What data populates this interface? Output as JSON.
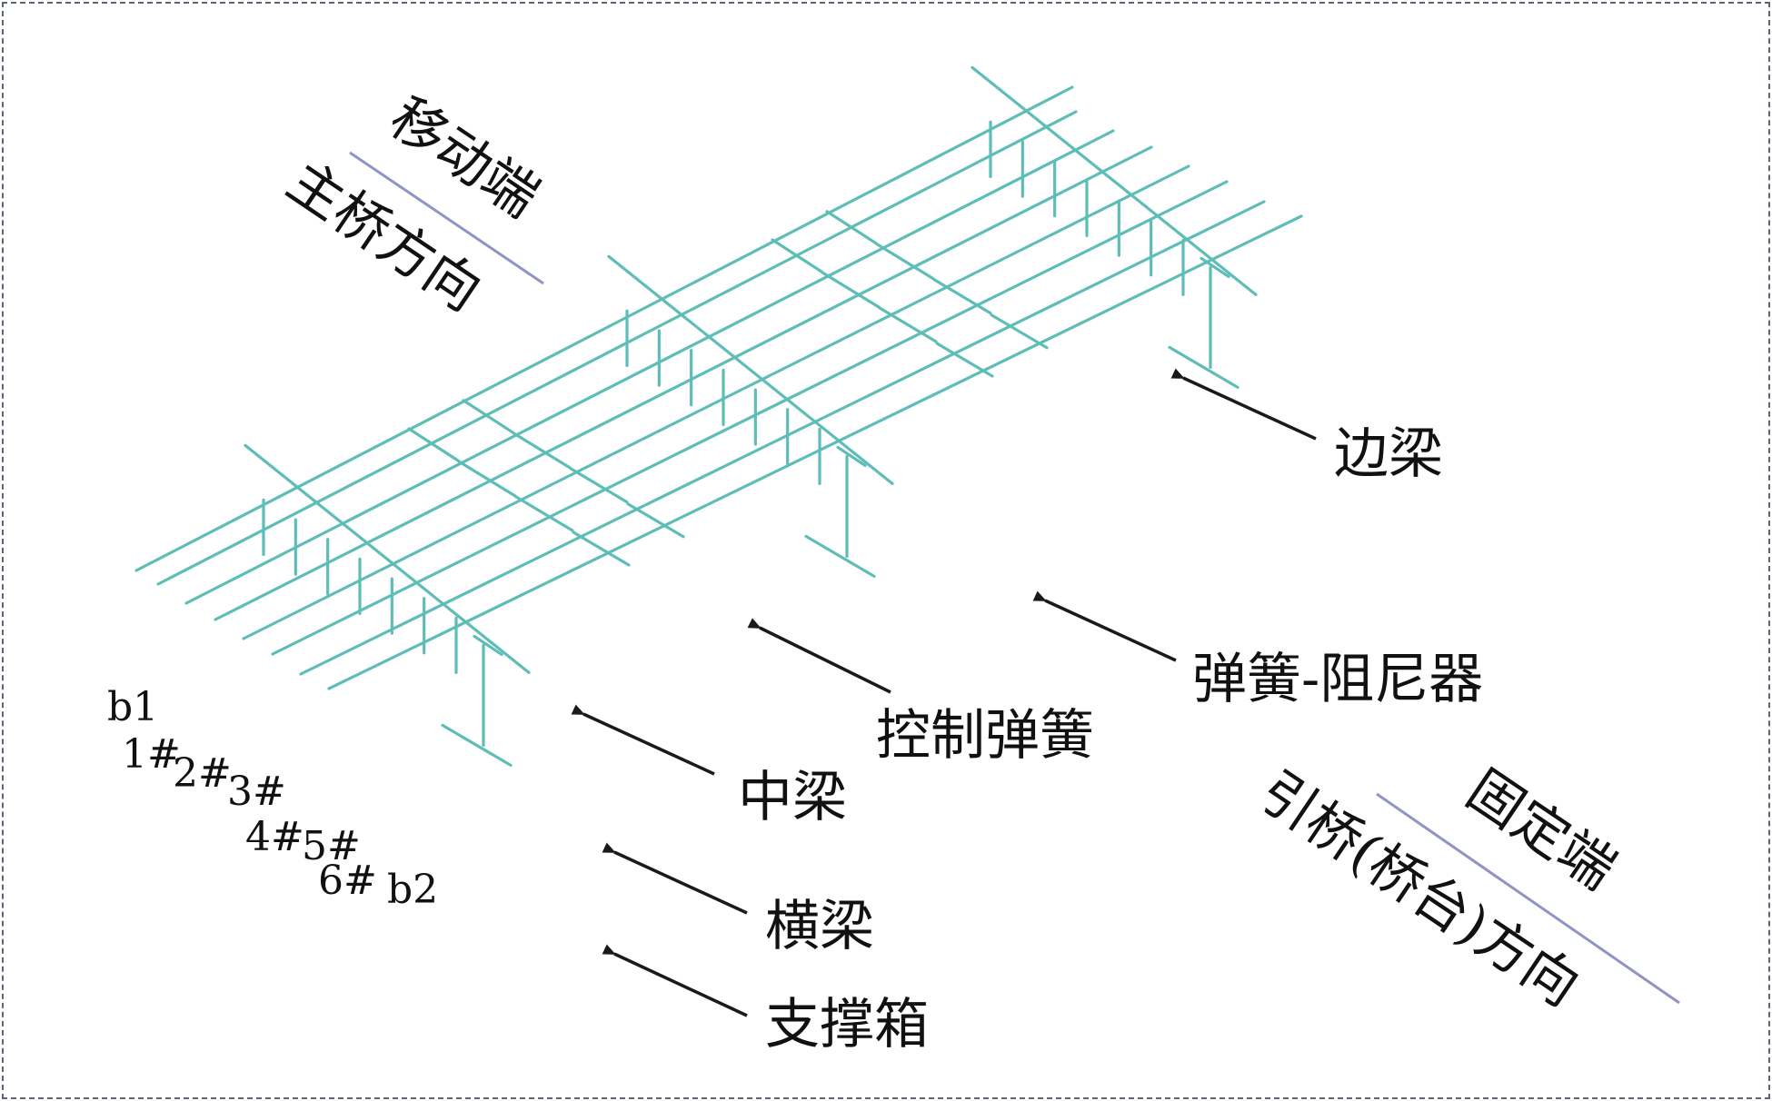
{
  "labels": {
    "moving_end": "移动端",
    "main_bridge_dir": "主桥方向",
    "fixed_end": "固定端",
    "approach_dir": "引桥(桥台)方向",
    "edge_beam": "边梁",
    "spring_damper": "弹簧-阻尼器",
    "control_spring": "控制弹簧",
    "middle_beam": "中梁",
    "cross_beam": "横梁",
    "support_box": "支撑箱"
  },
  "beam_ids": {
    "b1": "b1",
    "b2": "b2",
    "g1": "1#",
    "g2": "2#",
    "g3": "3#",
    "g4": "4#",
    "g5": "5#",
    "g6": "6#"
  },
  "colors": {
    "structure": "#5fbdb8",
    "arrow": "#1a1a1a",
    "divider": "#8f94c4",
    "border": "#5c6478"
  }
}
